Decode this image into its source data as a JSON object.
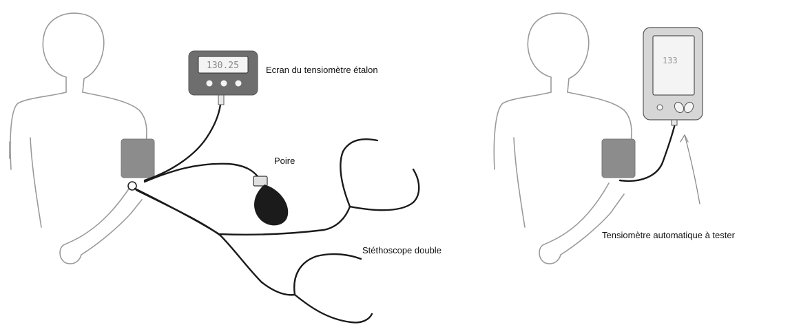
{
  "labels": {
    "reference_screen": "Ecran du tensiomètre étalon",
    "bulb": "Poire",
    "double_stethoscope": "Stéthoscope double",
    "automatic_device": "Tensiomètre automatique à tester"
  },
  "readouts": {
    "reference_value": "130.25",
    "automatic_value": "133"
  },
  "colors": {
    "outline": "#9a9a9a",
    "tube": "#1a1a1a",
    "cuff": "#8c8c8c",
    "device_body": "#6e6e6e",
    "screen": "#f4f4f4",
    "auto_body": "#d6d6d6",
    "bulb": "#1b1b1b"
  }
}
